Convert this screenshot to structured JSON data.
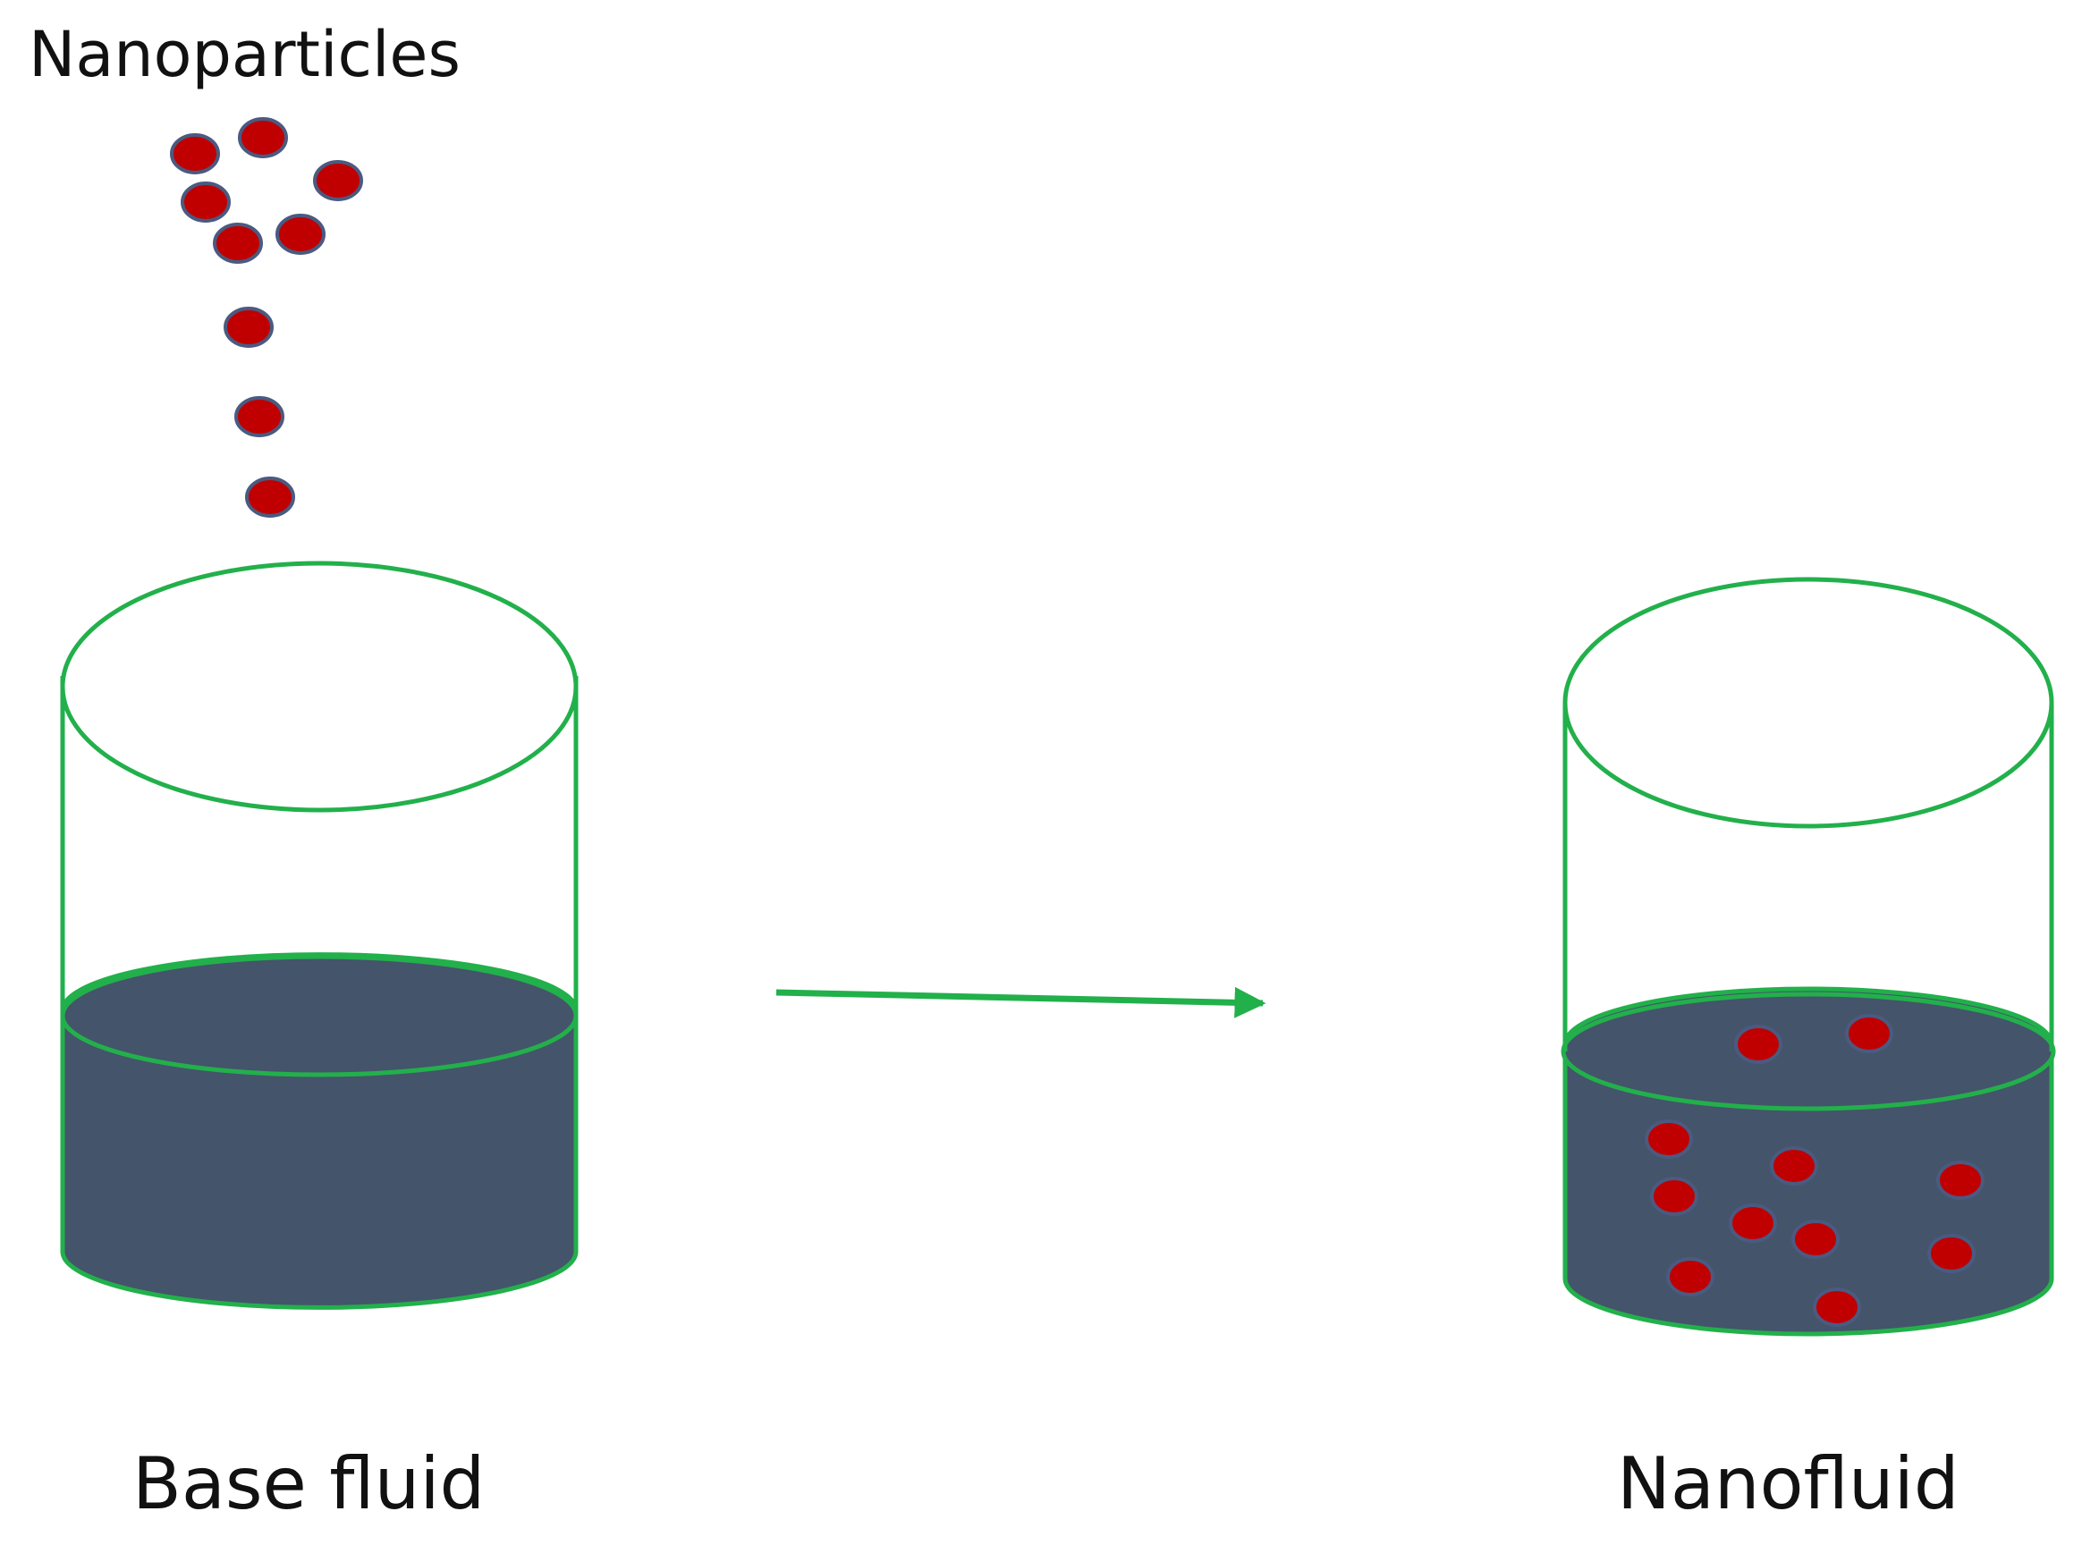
{
  "labels": {
    "nanoparticles": "Nanoparticles",
    "base_fluid": "Base fluid",
    "nanofluid": "Nanofluid"
  },
  "colors": {
    "outline": "#22b04b",
    "fluid": "#44546a",
    "particle": "#c00000",
    "particle_border": "#4a5a80",
    "text": "#111111"
  }
}
